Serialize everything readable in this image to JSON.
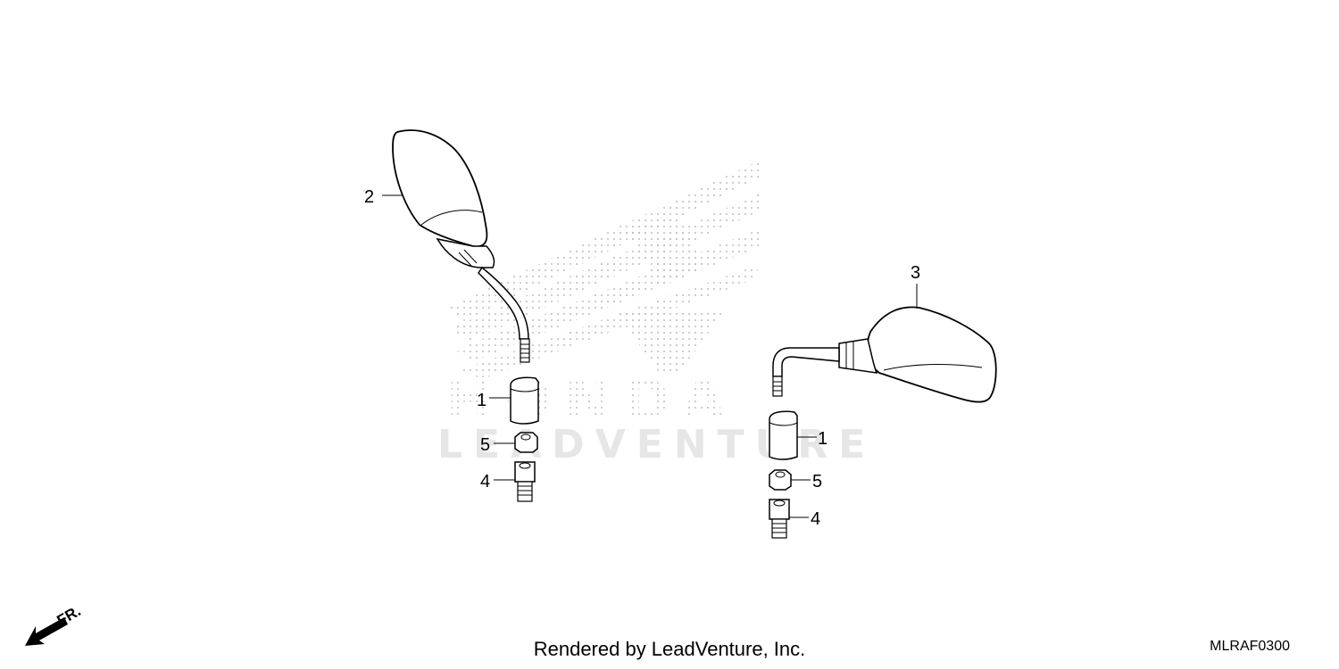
{
  "watermark": {
    "brand_text": "HONDA",
    "company_text": "LEADVENTURE"
  },
  "callouts": {
    "left_mirror": "2",
    "right_mirror": "3",
    "left_cap": "1",
    "left_nut": "5",
    "left_adapter": "4",
    "right_cap": "1",
    "right_nut": "5",
    "right_adapter": "4"
  },
  "direction_label": "FR.",
  "footer_text": "Rendered by LeadVenture, Inc.",
  "diagram_code": "MLRAF0300"
}
